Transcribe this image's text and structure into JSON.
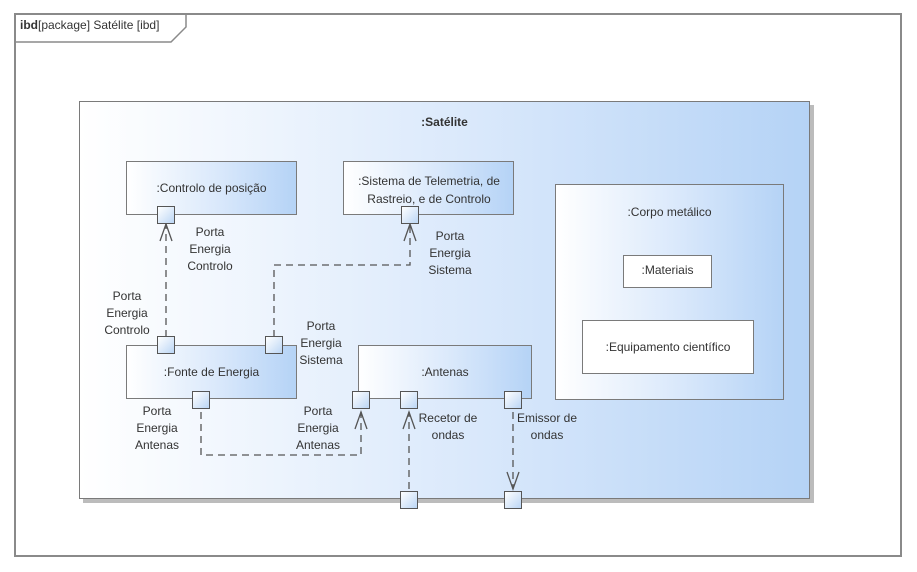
{
  "frame": {
    "keyword": "ibd",
    "title": "[package] Satélite [ibd]"
  },
  "main_block": {
    "name": ":Satélite"
  },
  "parts": {
    "controlo_posicao": ":Controlo de posição",
    "telemetria": ":Sistema de Telemetria, de Rastreio, e de Controlo",
    "fonte_energia": ":Fonte de Energia",
    "antenas": ":Antenas",
    "corpo_metalico": ":Corpo metálico",
    "materiais": ":Materiais",
    "equipamento": ":Equipamento científico"
  },
  "port_labels": {
    "controlo_top": "Porta Energia Controlo",
    "controlo_bottom": "Porta Energia Controlo",
    "sistema_top": "Porta Energia Sistema",
    "sistema_bottom": "Porta Energia Sistema",
    "antenas_left": "Porta Energia Antenas",
    "antenas_right": "Porta Energia Antenas",
    "recetor": "Recetor de ondas",
    "emissor": "Emissor de ondas"
  }
}
